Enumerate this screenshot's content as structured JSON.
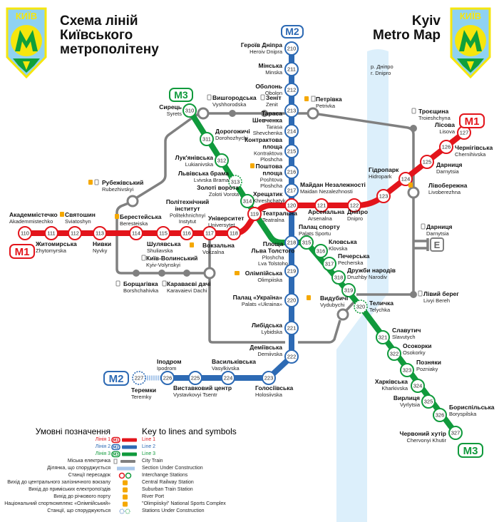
{
  "header": {
    "title_uk": [
      "Схема ліній",
      "Київського",
      "метрополітену"
    ],
    "title_en": [
      "Kyiv",
      "Metro Map"
    ],
    "logo_text": "КИЇВ",
    "river": [
      "р. Дніпро",
      "r. Dnipro"
    ]
  },
  "colors": {
    "m1": "#e3141b",
    "m2": "#2d6ab4",
    "m3": "#109a3c",
    "city": "#808080",
    "river": "#dceffb",
    "logo_yellow": "#f6e60d",
    "logo_blue": "#8fd2f2"
  },
  "badges": {
    "m1": "M1",
    "m2": "M2",
    "m3": "M3",
    "e": "E"
  },
  "lines": [
    {
      "id": "M1",
      "stations": [
        {
          "num": "110",
          "uk": "Академмістечко",
          "en": "Akademmistechko"
        },
        {
          "num": "111",
          "uk": "Житомирська",
          "en": "Zhytomyrska"
        },
        {
          "num": "112",
          "uk": "Святошин",
          "en": "Sviatoshyn"
        },
        {
          "num": "113",
          "uk": "Нивки",
          "en": "Nyvky"
        },
        {
          "num": "114",
          "uk": "Берестейська",
          "en": "Beresteiska"
        },
        {
          "num": "115",
          "uk": "Шулявська",
          "en": "Shuliavska"
        },
        {
          "num": "116",
          "uk": "Політехнічний\nінститут",
          "en": "Politekhnichnyi\nInstytut"
        },
        {
          "num": "117",
          "uk": "Вокзальна",
          "en": "Vokzalna"
        },
        {
          "num": "118",
          "uk": "Університет",
          "en": "Universytet"
        },
        {
          "num": "119",
          "uk": "Театральна",
          "en": "Teatralna"
        },
        {
          "num": "120",
          "uk": "Хрещатик",
          "en": "Khreshchatyk"
        },
        {
          "num": "121",
          "uk": "Арсенальна",
          "en": "Arsenalna"
        },
        {
          "num": "122",
          "uk": "Дніпро",
          "en": "Dnipro"
        },
        {
          "num": "123",
          "uk": "Гідропарк",
          "en": "Hidropark"
        },
        {
          "num": "124",
          "uk": "Лівобережна",
          "en": "Livoberezhna"
        },
        {
          "num": "125",
          "uk": "Дарниця",
          "en": "Darnytsia"
        },
        {
          "num": "126",
          "uk": "Чернігівська",
          "en": "Chernihivska"
        },
        {
          "num": "127",
          "uk": "Лісова",
          "en": "Lisova"
        }
      ]
    },
    {
      "id": "M2",
      "stations": [
        {
          "num": "210",
          "uk": "Героїв Дніпра",
          "en": "Heroiv Dnipra"
        },
        {
          "num": "211",
          "uk": "Мінська",
          "en": "Minska"
        },
        {
          "num": "212",
          "uk": "Оболонь",
          "en": "Obolon"
        },
        {
          "num": "213",
          "uk": "Петрівка",
          "en": "Petrivka"
        },
        {
          "num": "214",
          "uk": "Тараса\nШевченка",
          "en": "Tarasa\nShevchenka"
        },
        {
          "num": "215",
          "uk": "Контрактова\nплоща",
          "en": "Kontraktova\nPloshcha"
        },
        {
          "num": "216",
          "uk": "Поштова\nплоща",
          "en": "Poshtova\nPloshcha"
        },
        {
          "num": "217",
          "uk": "Майдан Незалежності",
          "en": "Maidan Nezalezhnosti"
        },
        {
          "num": "218",
          "uk": "Площа\nЛьва Толстого",
          "en": "Ploshcha\nLva Tolstoho"
        },
        {
          "num": "219",
          "uk": "Олімпійська",
          "en": "Olimpiiska"
        },
        {
          "num": "220",
          "uk": "Палац «Україна»",
          "en": "Palats «Ukraina»"
        },
        {
          "num": "221",
          "uk": "Либідська",
          "en": "Lybidska"
        },
        {
          "num": "222",
          "uk": "Деміївська",
          "en": "Demiivska"
        },
        {
          "num": "223",
          "uk": "Голосіївська",
          "en": "Holosiivska"
        },
        {
          "num": "224",
          "uk": "Васильківська",
          "en": "Vasylkivska"
        },
        {
          "num": "225",
          "uk": "Виставковий центр",
          "en": "Vystavkovyi Tsentr"
        },
        {
          "num": "226",
          "uk": "Іподром",
          "en": "Ipodrom"
        },
        {
          "num": "227",
          "uk": "Теремки",
          "en": "Teremky"
        }
      ]
    },
    {
      "id": "M3",
      "stations": [
        {
          "num": "310",
          "uk": "Сирець",
          "en": "Syrets"
        },
        {
          "num": "311",
          "uk": "Дорогожичі",
          "en": "Dorohozhychi"
        },
        {
          "num": "312",
          "uk": "Лук'янівська",
          "en": "Lukianivska"
        },
        {
          "num": "313",
          "uk": "Львівська брама",
          "en": "Lvivska Brama"
        },
        {
          "num": "314",
          "uk": "Золоті ворота",
          "en": "Zoloti Vorota"
        },
        {
          "num": "315",
          "uk": "Палац  спорту",
          "en": "Palats Sportu"
        },
        {
          "num": "316",
          "uk": "Кловська",
          "en": "Klovska"
        },
        {
          "num": "317",
          "uk": "Печерська",
          "en": "Pecherska"
        },
        {
          "num": "318",
          "uk": "Дружби народів",
          "en": "Druzhby Narodiv"
        },
        {
          "num": "319",
          "uk": "Видубичі",
          "en": "Vydubychi"
        },
        {
          "num": "320",
          "uk": "Теличка",
          "en": "Telychka"
        },
        {
          "num": "321",
          "uk": "Славутич",
          "en": "Slavutych"
        },
        {
          "num": "322",
          "uk": "Осокорки",
          "en": "Osokorky"
        },
        {
          "num": "323",
          "uk": "Позняки",
          "en": "Pozniaky"
        },
        {
          "num": "324",
          "uk": "Харківська",
          "en": "Kharkivska"
        },
        {
          "num": "325",
          "uk": "Вирлиця",
          "en": "Vyrlytsia"
        },
        {
          "num": "326",
          "uk": "Бориспільська",
          "en": "Boryspilska"
        },
        {
          "num": "327",
          "uk": "Червоний хутір",
          "en": "Chervonyi Khutir"
        }
      ]
    }
  ],
  "city_train": [
    {
      "uk": "Рубежівський",
      "en": "Rubezhivskyi"
    },
    {
      "uk": "Вишгородська",
      "en": "Vyshhorodska"
    },
    {
      "uk": "Зеніт",
      "en": "Zenit"
    },
    {
      "uk": "Київ-Волинський",
      "en": "Kyiv-Volynskyi"
    },
    {
      "uk": "Борщагівка",
      "en": "Borshchahivka"
    },
    {
      "uk": "Караваєві дачі",
      "en": "Karavaievi Dachi"
    },
    {
      "uk": "Троєщина",
      "en": "Troieshchyna"
    },
    {
      "uk": "Дарниця",
      "en": "Darnytsia"
    },
    {
      "uk": "Лівий берег",
      "en": "Livyi Bereh"
    }
  ],
  "legend": {
    "title_uk": "Умовні позначення",
    "title_en": "Key to lines and symbols",
    "rows": [
      {
        "uk": "Лінія 1",
        "en": "Line 1",
        "symbol": "m1"
      },
      {
        "uk": "Лінія 2",
        "en": "Line 2",
        "symbol": "m2"
      },
      {
        "uk": "Лінія 3",
        "en": "Line 3",
        "symbol": "m3"
      },
      {
        "uk": "Міська електричка",
        "en": "City Train",
        "symbol": "city"
      },
      {
        "uk": "Ділянка, що споруджується",
        "en": "Section Under Construction",
        "symbol": "construction"
      },
      {
        "uk": "Станції пересадок",
        "en": "Interchange Stations",
        "symbol": "interchange"
      },
      {
        "uk": "Вихід до центрального залізничного вокзалу",
        "en": "Central Railway Station",
        "symbol": "railway"
      },
      {
        "uk": "Вихід до приміських електропоїздів",
        "en": "Suburban Train Station",
        "symbol": "suburban"
      },
      {
        "uk": "Вихід до річкового порту",
        "en": "River Port",
        "symbol": "port"
      },
      {
        "uk": "Національний спорткомплекс «Олімпійський»",
        "en": "\"Olimpiiskyi\" National Sports Complex",
        "symbol": "stadium"
      },
      {
        "uk": "Станції, що споруджуються",
        "en": "Stations Under Construction",
        "symbol": "future"
      }
    ]
  }
}
